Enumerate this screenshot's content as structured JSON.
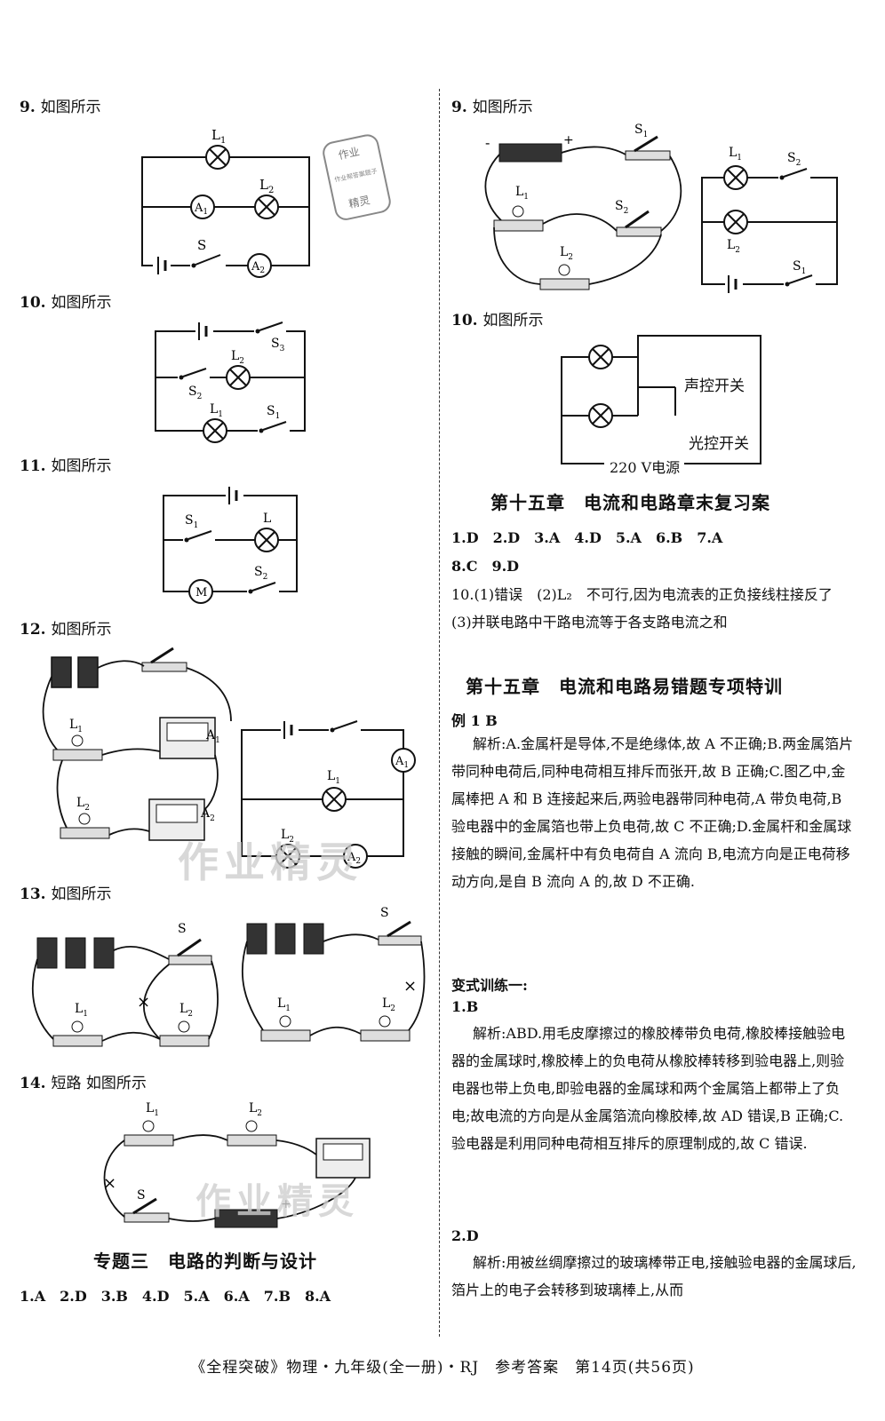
{
  "left": {
    "q9": {
      "num": "9.",
      "text": "如图所示"
    },
    "q10": {
      "num": "10.",
      "text": "如图所示"
    },
    "q11": {
      "num": "11.",
      "text": "如图所示"
    },
    "q12": {
      "num": "12.",
      "text": "如图所示"
    },
    "q13": {
      "num": "13.",
      "text": "如图所示"
    },
    "q14": {
      "num": "14.",
      "text": "短路 如图所示"
    },
    "section3_title": "专题三　电路的判断与设计",
    "section3_answers": "1.A　2.D　3.B　4.D　5.A　6.A　7.B　8.A"
  },
  "right": {
    "q9": {
      "num": "9.",
      "text": "如图所示"
    },
    "q10": {
      "num": "10.",
      "text": "如图所示"
    },
    "q10_labels": {
      "sound": "声控开关",
      "light": "光控开关",
      "power": "220 V电源"
    },
    "ch15_review_title": "第十五章　电流和电路章末复习案",
    "review_answers_line1": "1.D　2.D　3.A　4.D　5.A　6.B　7.A",
    "review_answers_line2": "8.C　9.D",
    "review_q10": "10.(1)错误　(2)L₂　不可行,因为电流表的正负接线柱接反了　(3)并联电路中干路电流等于各支路电流之和",
    "ch15_error_title": "第十五章　电流和电路易错题专项特训",
    "example1": "例 1 B",
    "example1_analysis": "解析:A.金属杆是导体,不是绝缘体,故 A 不正确;B.两金属箔片带同种电荷后,同种电荷相互排斥而张开,故 B 正确;C.图乙中,金属棒把 A 和 B 连接起来后,两验电器带同种电荷,A 带负电荷,B 验电器中的金属箔也带上负电荷,故 C 不正确;D.金属杆和金属球接触的瞬间,金属杆中有负电荷自 A 流向 B,电流方向是正电荷移动方向,是自 B 流向 A 的,故 D 不正确.",
    "variant_title": "变式训练一:",
    "v1_answer": "1.B",
    "v1_analysis": "解析:ABD.用毛皮摩擦过的橡胶棒带负电荷,橡胶棒接触验电器的金属球时,橡胶棒上的负电荷从橡胶棒转移到验电器上,则验电器也带上负电,即验电器的金属球和两个金属箔上都带上了负电;故电流的方向是从金属箔流向橡胶棒,故 AD 错误,B 正确;C.验电器是利用同种电荷相互排斥的原理制成的,故 C 错误.",
    "v2_answer": "2.D",
    "v2_analysis": "解析:用被丝绸摩擦过的玻璃棒带正电,接触验电器的金属球后,箔片上的电子会转移到玻璃棒上,从而"
  },
  "footer": "《全程突破》物理・九年级(全一册)・RJ　参考答案　第14页(共56页)",
  "watermark": "作业精灵",
  "stamp": {
    "top": "作业",
    "side": "作业帮答案题子",
    "bottom": "精灵"
  },
  "circuit_labels": {
    "L1": "L1",
    "L2": "L2",
    "L": "L",
    "A1": "A1",
    "A2": "A2",
    "S": "S",
    "S1": "S1",
    "S2": "S2",
    "S3": "S3",
    "M": "M",
    "plus": "+",
    "minus": "-"
  }
}
